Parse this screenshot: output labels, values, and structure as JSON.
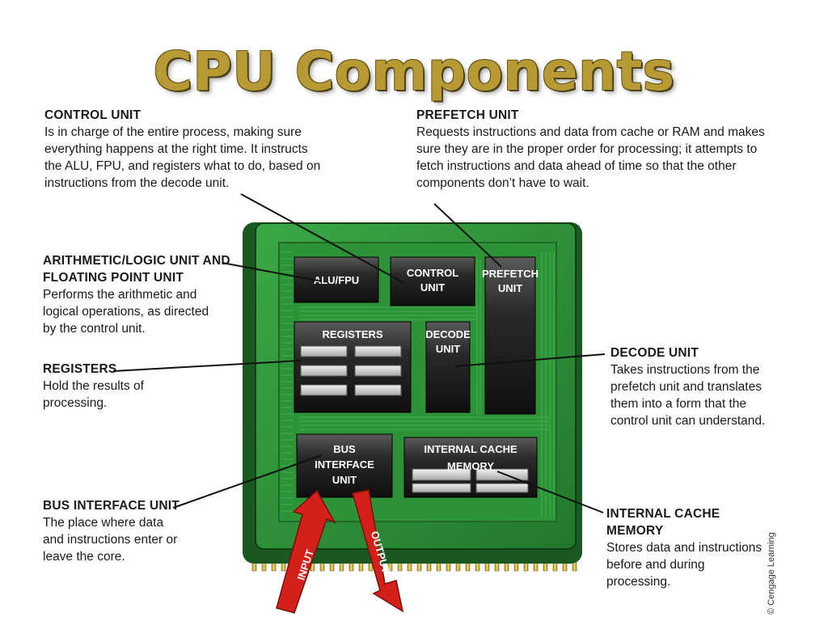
{
  "title": "CPU Components",
  "descriptions": {
    "control_unit": {
      "heading": "CONTROL UNIT",
      "body": [
        "Is in charge of the entire process, making sure",
        "everything happens at the right time. It instructs",
        "the ALU, FPU, and registers what to do, based on",
        "instructions from the decode unit."
      ]
    },
    "prefetch_unit": {
      "heading": "PREFETCH UNIT",
      "body": [
        "Requests instructions and data from cache or RAM and makes",
        "sure they are in the proper order for processing; it attempts to",
        "fetch instructions and data ahead of time so that the other",
        "components don’t have to wait."
      ]
    },
    "alu_fpu": {
      "heading": [
        "ARITHMETIC/LOGIC UNIT AND",
        "FLOATING POINT UNIT"
      ],
      "body": [
        "Performs the arithmetic and",
        "logical operations, as directed",
        "by the control unit."
      ]
    },
    "registers": {
      "heading": "REGISTERS",
      "body": [
        "Hold the results of",
        "processing."
      ]
    },
    "decode_unit": {
      "heading": "DECODE UNIT",
      "body": [
        "Takes instructions from the",
        "prefetch unit and translates",
        "them into a form that the",
        "control unit can understand."
      ]
    },
    "bus_interface": {
      "heading": "BUS INTERFACE UNIT",
      "body": [
        "The place where data",
        "and instructions enter or",
        "leave the core."
      ]
    },
    "internal_cache": {
      "heading": "INTERNAL CACHE MEMORY",
      "body": [
        "Stores data and instructions",
        "before and during",
        "processing."
      ]
    }
  },
  "chip_blocks": {
    "alu": "ALU/FPU",
    "control": [
      "CONTROL",
      "UNIT"
    ],
    "prefetch": [
      "PREFETCH",
      "UNIT"
    ],
    "registers": "REGISTERS",
    "decode": [
      "DECODE",
      "UNIT"
    ],
    "bus": [
      "BUS",
      "INTERFACE",
      "UNIT"
    ],
    "cache": [
      "INTERNAL CACHE",
      "MEMORY"
    ]
  },
  "arrows": {
    "input": "INPUT",
    "output": "OUTPUT"
  },
  "credit": "© Cengage Learning",
  "colors": {
    "title": "#b89a34",
    "chip_green": "#2f9e3a",
    "chip_dark": "#1d5e25",
    "arrow_red": "#d4201a",
    "block_dark": "#1f1f1f"
  }
}
